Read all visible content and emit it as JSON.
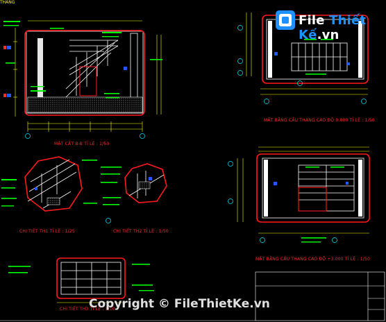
{
  "corner_label": "THANG",
  "watermark": {
    "logo_text_white": "File ",
    "logo_text_blue": "Thiết Kế",
    "logo_text_tail": ".vn",
    "copyright": "Copyright © FileThietKe.vn"
  },
  "views": {
    "section_bb": "MẶT CẮT B-B TỈ LỆ : 1/50",
    "detail_th1": "CHI TIẾT TH1 TỈ LỆ : 1/25",
    "detail_th2": "CHI TIẾT TH2 TỈ LỆ : 1/50",
    "detail_th3": "CHI TIẾT TH3 TỈ LỆ : 1/10",
    "plan_0000": "MẶT BẰNG CẦU THANG CAO ĐỘ 0.000 TỈ LỆ : 1/50",
    "plan_3000": "MẶT BẰNG CẦU THANG CAO ĐỘ +3.000 TỈ LỆ : 1/50"
  },
  "colors": {
    "background": "#000000",
    "highlight": "#ff1a1a",
    "annotation": "#00ff00",
    "dimension": "#ffff00",
    "structure": "#ffffff",
    "hatch": "#8a8a8a",
    "axis": "#00e5ff",
    "blue_mark": "#1e5bff",
    "title_text": "#ff2a2a"
  }
}
